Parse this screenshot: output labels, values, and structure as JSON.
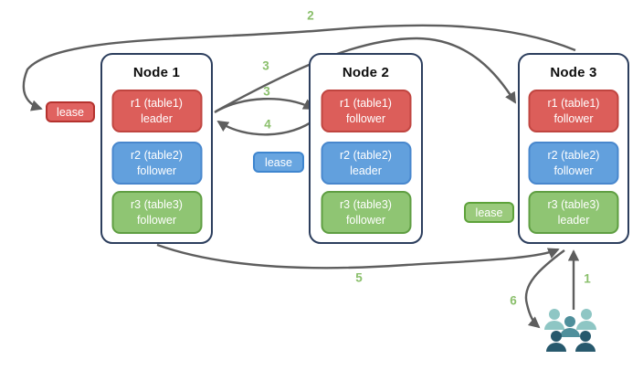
{
  "diagram": {
    "nodes": [
      {
        "title": "Node 1",
        "replicas": [
          {
            "name": "r1 (table1)",
            "role": "leader",
            "color": "red"
          },
          {
            "name": "r2 (table2)",
            "role": "follower",
            "color": "blue"
          },
          {
            "name": "r3 (table3)",
            "role": "follower",
            "color": "green"
          }
        ]
      },
      {
        "title": "Node 2",
        "replicas": [
          {
            "name": "r1 (table1)",
            "role": "follower",
            "color": "red"
          },
          {
            "name": "r2 (table2)",
            "role": "leader",
            "color": "blue"
          },
          {
            "name": "r3 (table3)",
            "role": "follower",
            "color": "green"
          }
        ]
      },
      {
        "title": "Node 3",
        "replicas": [
          {
            "name": "r1 (table1)",
            "role": "follower",
            "color": "red"
          },
          {
            "name": "r2 (table2)",
            "role": "follower",
            "color": "blue"
          },
          {
            "name": "r3 (table3)",
            "role": "leader",
            "color": "green"
          }
        ]
      }
    ],
    "leases": [
      {
        "label": "lease",
        "color": "#e06260"
      },
      {
        "label": "lease",
        "color": "#68a5e0"
      },
      {
        "label": "lease",
        "color": "#9aca7c"
      }
    ],
    "steps": {
      "s1": "1",
      "s2": "2",
      "s3a": "3",
      "s3b": "3",
      "s4": "4",
      "s5": "5",
      "s6": "6"
    },
    "icons": {
      "users": "users-icon"
    },
    "colors": {
      "replica_red": "#dc5e5a",
      "replica_blue": "#62a0dd",
      "replica_green": "#8fc573",
      "node_border": "#2c3e5d",
      "arrow": "#5e5e5e",
      "step_label": "#8abf6b",
      "users_light": "#8ec6c4",
      "users_mid": "#4f8f9b",
      "users_dark": "#27596d"
    }
  }
}
